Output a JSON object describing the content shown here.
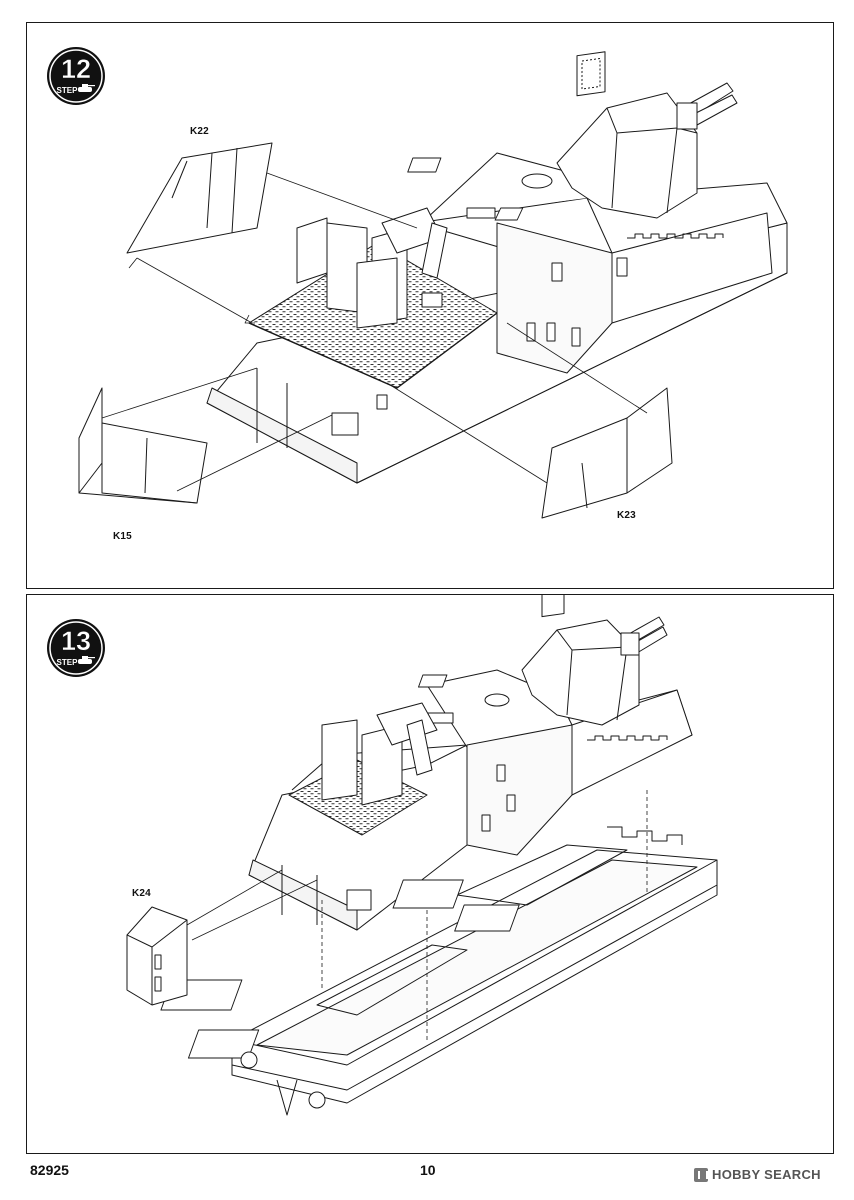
{
  "document": {
    "page_code": "82925",
    "page_number": "10",
    "watermark": "HOBBY SEARCH"
  },
  "steps": [
    {
      "number": "12",
      "word": "STEP",
      "parts": [
        "K22",
        "K15",
        "K23"
      ]
    },
    {
      "number": "13",
      "word": "STEP",
      "parts": [
        "K24"
      ]
    }
  ],
  "colors": {
    "line": "#1a1a1a",
    "fill": "#ffffff",
    "badge": "#111111"
  },
  "icons": [
    "tank-icon"
  ]
}
